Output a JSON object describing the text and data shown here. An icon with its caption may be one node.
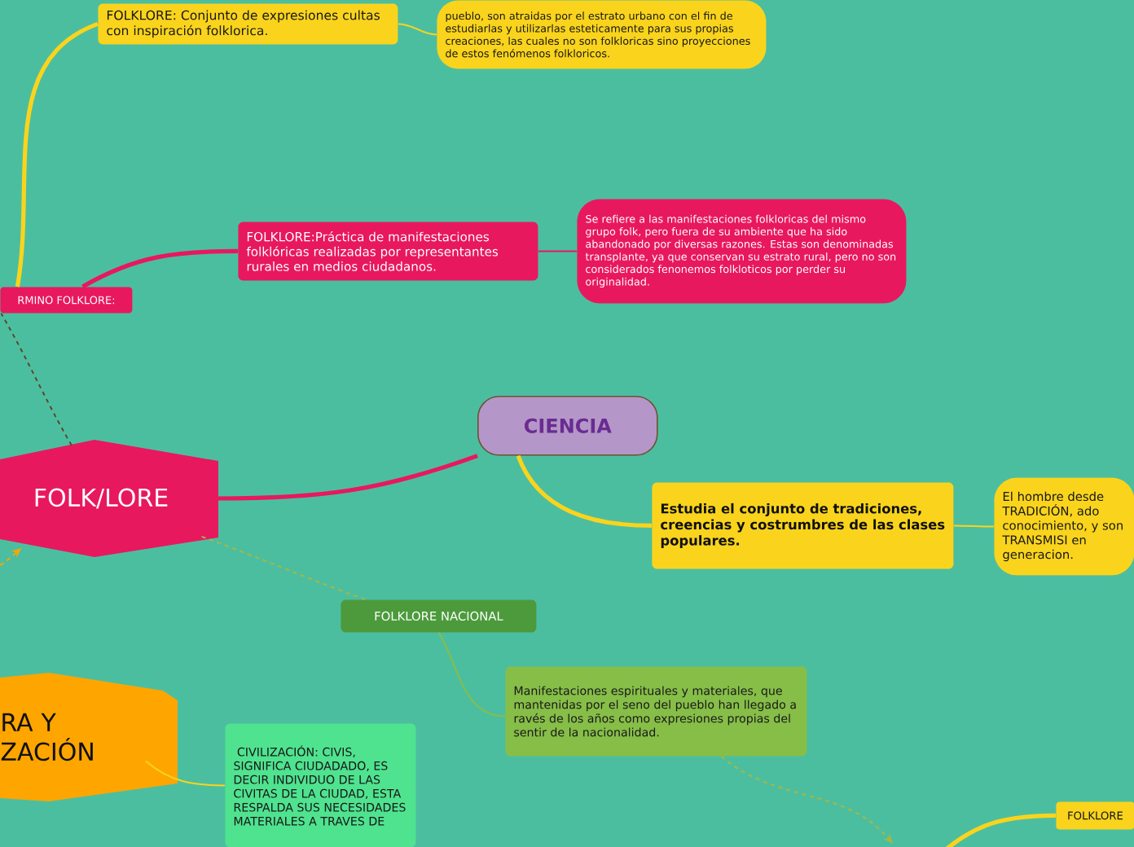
{
  "diagram": {
    "nodes": [
      {
        "text": [
          "FOLKLORE: Conjunto de expresiones cultas con inspiración folklorica."
        ]
      },
      {
        "text": [
          "pueblo, son atraidas por el estrato urbano con el fin de estudiarlas y utilizarlas esteticamente para sus propias creaciones, las cuales no son folkloricas sino proyecciones de estos fenómenos folkloricos."
        ]
      },
      {
        "text": [
          "FOLKLORE:Práctica de manifestaciones folklóricas realizadas por representantes rurales en medios ciudadanos."
        ]
      },
      {
        "text": [
          "Se refiere a las manifestaciones folkloricas del mismo grupo folk, pero fuera de su ambiente que ha sido abandonado por diversas razones. Estas son denominadas transplante, ya que conservan su  estrato rural, pero no son considerados fenonemos folkloticos por perder su originalidad."
        ]
      },
      {
        "text": [
          "RMINO FOLKLORE:"
        ]
      },
      {
        "text": [
          "FOLK/LORE"
        ]
      },
      {
        "text": [
          "CIENCIA"
        ]
      },
      {
        "text": [
          "Estudia el conjunto de tradiciones, creencias y costrumbres de las clases populares."
        ]
      },
      {
        "text": [
          "El hombre desde TRADICIÓN, ado conocimiento, y son TRANSMISI en generacion."
        ]
      },
      {
        "text": [
          "FOLKLORE NACIONAL"
        ]
      },
      {
        "text": [
          "Manifestaciones espirituales y materiales, que mantenidas por el seno del pueblo han llegado a ravés de los años como expresiones propias del sentir de la nacionalidad."
        ]
      },
      {
        "text": [
          "RA Y ZACIÓN"
        ]
      },
      {
        "text": [
          " CIVILIZACIÓN: CIVIS, SIGNIFICA CIUDADADO, ES DECIR INDIVIDUO DE LAS CIVITAS DE LA CIUDAD, ESTA RESPALDA SUS NECESIDADES MATERIALES A TRAVES DE"
        ]
      },
      {
        "text": [
          "FOLKLORE"
        ]
      }
    ],
    "edges": [
      {
        "from": 4,
        "to": 0,
        "arrow": "none",
        "style": "thick"
      },
      {
        "from": 0,
        "to": 1,
        "arrow": "none"
      },
      {
        "from": 4,
        "to": 2,
        "arrow": "none",
        "style": "thick",
        "color": "#e8185e"
      },
      {
        "from": 2,
        "to": 3,
        "arrow": "none",
        "color": "#e8185e"
      },
      {
        "from": 5,
        "to": 4,
        "arrow": "none",
        "style": "dashed",
        "color": "#5a4a2a"
      },
      {
        "from": 5,
        "to": 6,
        "arrow": "none",
        "style": "thick",
        "color": "#e8185e"
      },
      {
        "from": 6,
        "to": 7,
        "arrow": "none",
        "style": "thick"
      },
      {
        "from": 7,
        "to": 8,
        "arrow": "none"
      },
      {
        "from": 5,
        "to": 9,
        "arrow": "none",
        "style": "dashed",
        "color": "#a6b83e"
      },
      {
        "from": 9,
        "to": 10,
        "arrow": "none",
        "color": "#86be48"
      },
      {
        "from": 10,
        "to": null,
        "arrow": "to",
        "style": "dashed",
        "color": "#a6b83e"
      },
      {
        "from": 11,
        "to": 12,
        "arrow": "none"
      },
      {
        "from": null,
        "to": 13,
        "arrow": "none",
        "style": "thick"
      },
      {
        "from": null,
        "to": 5,
        "arrow": "to",
        "style": "dashed",
        "color": "#ffa500"
      }
    ]
  }
}
